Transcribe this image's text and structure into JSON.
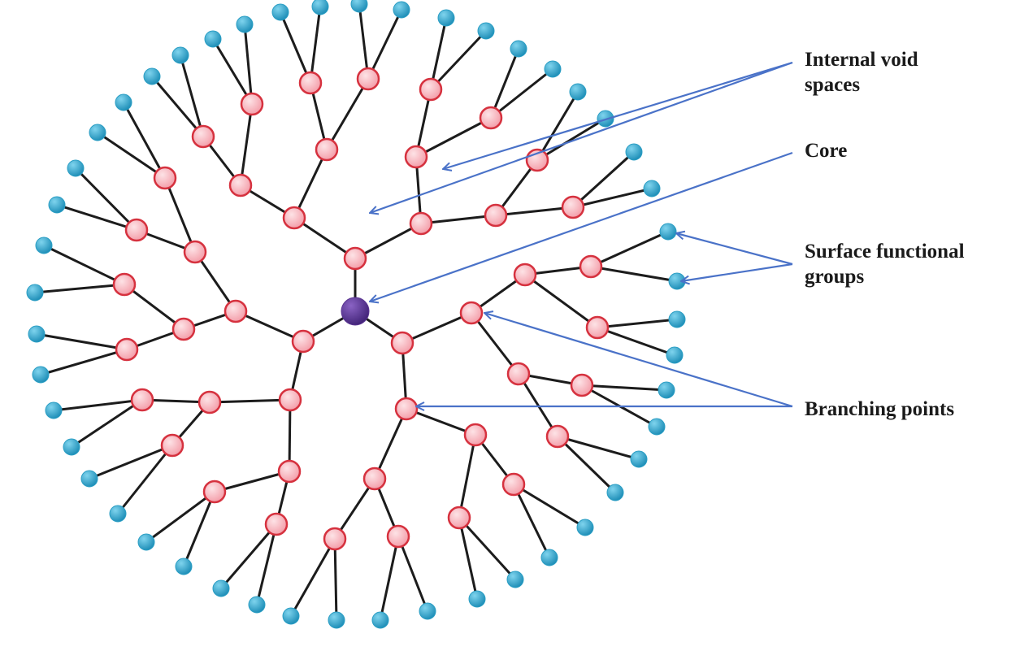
{
  "colors": {
    "edge": "#1c1c1c",
    "core": "#5b3592",
    "branch_fill": "#f7a8b2",
    "branch_stroke": "#d6323f",
    "surface": "#2a9ec4",
    "arrow": "#4a72c8"
  },
  "labels": {
    "internal_void": [
      "Internal void",
      "spaces"
    ],
    "core": [
      "Core"
    ],
    "surface_groups": [
      "Surface functional",
      "groups"
    ],
    "branching_points": [
      "Branching points"
    ]
  }
}
